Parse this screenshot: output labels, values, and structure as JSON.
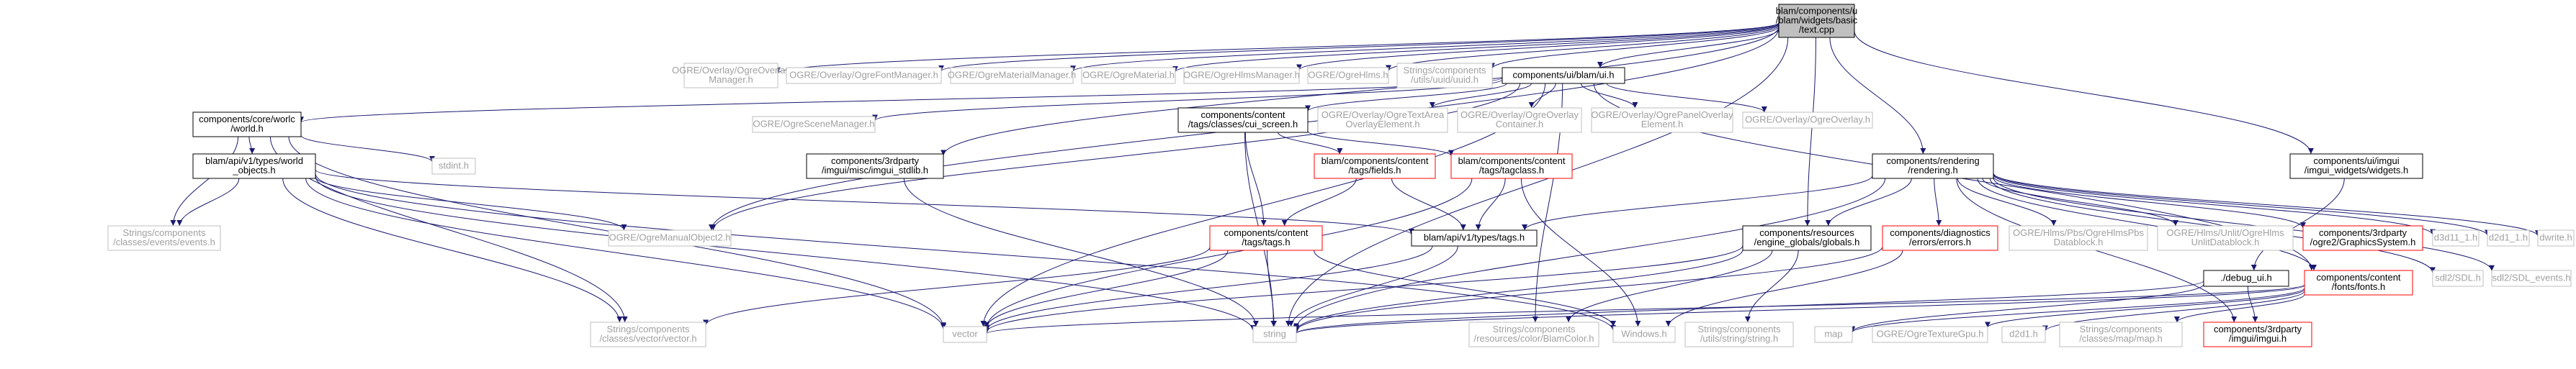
{
  "title": "blam/components/ui/blam/widgets/basic/text.cpp",
  "colors": {
    "edge": "#191970",
    "focus_fill": "#bfbfbf",
    "box_black": "#000000",
    "box_gray": "#bfbfbf",
    "box_red": "#ff0000",
    "text_gray": "#a0a0a0"
  },
  "nodes": [
    {
      "id": "root",
      "lines": [
        "blam/components/u",
        "/blam/widgets/basic",
        "/text.cpp"
      ],
      "style": "focus"
    },
    {
      "id": "ogre_overlay_mgr",
      "lines": [
        "OGRE/Overlay/OgreOverlay",
        "Manager.h"
      ],
      "style": "gray"
    },
    {
      "id": "ogre_font_mgr",
      "lines": [
        "OGRE/Overlay/OgreFontManager.h"
      ],
      "style": "gray"
    },
    {
      "id": "ogre_material_mgr",
      "lines": [
        "OGRE/OgreMaterialManager.h"
      ],
      "style": "gray"
    },
    {
      "id": "ogre_material",
      "lines": [
        "OGRE/OgreMaterial.h"
      ],
      "style": "gray"
    },
    {
      "id": "ogre_hlms_mgr",
      "lines": [
        "OGRE/OgreHlmsManager.h"
      ],
      "style": "gray"
    },
    {
      "id": "ogre_hlms",
      "lines": [
        "OGRE/OgreHlms.h"
      ],
      "style": "gray"
    },
    {
      "id": "strings_uuid",
      "lines": [
        "Strings/components",
        "/utils/uuid/uuid.h"
      ],
      "style": "gray"
    },
    {
      "id": "ui_h",
      "lines": [
        "components/ui/blam/ui.h"
      ],
      "style": "black"
    },
    {
      "id": "world_h",
      "lines": [
        "components/core/worlc",
        "/world.h"
      ],
      "style": "black"
    },
    {
      "id": "ogre_scene_mgr",
      "lines": [
        "OGRE/OgreSceneManager.h"
      ],
      "style": "gray"
    },
    {
      "id": "cui_screen",
      "lines": [
        "components/content",
        "/tags/classes/cui_screen.h"
      ],
      "style": "black"
    },
    {
      "id": "ogre_text_area",
      "lines": [
        "OGRE/Overlay/OgreTextArea",
        "OverlayElement.h"
      ],
      "style": "gray"
    },
    {
      "id": "ogre_overlay_container",
      "lines": [
        "OGRE/Overlay/OgreOverlay",
        "Container.h"
      ],
      "style": "gray"
    },
    {
      "id": "ogre_panel_overlay",
      "lines": [
        "OGRE/Overlay/OgrePanelOverlay",
        "Element.h"
      ],
      "style": "gray"
    },
    {
      "id": "ogre_overlay",
      "lines": [
        "OGRE/Overlay/OgreOverlay.h"
      ],
      "style": "gray"
    },
    {
      "id": "stdint",
      "lines": [
        "stdint.h"
      ],
      "style": "gray"
    },
    {
      "id": "world_objects",
      "lines": [
        "blam/api/v1/types/world",
        "_objects.h"
      ],
      "style": "black"
    },
    {
      "id": "imgui_stdlib",
      "lines": [
        "components/3rdparty",
        "/imgui/misc/imgui_stdlib.h"
      ],
      "style": "black"
    },
    {
      "id": "fields_h",
      "lines": [
        "blam/components/content",
        "/tags/fields.h"
      ],
      "style": "red"
    },
    {
      "id": "tagclass_h",
      "lines": [
        "blam/components/content",
        "/tags/tagclass.h"
      ],
      "style": "red"
    },
    {
      "id": "rendering_h",
      "lines": [
        "components/rendering",
        "/rendering.h"
      ],
      "style": "black"
    },
    {
      "id": "imgui_widgets",
      "lines": [
        "components/ui/imgui",
        "/imgui_widgets/widgets.h"
      ],
      "style": "black"
    },
    {
      "id": "events_h",
      "lines": [
        "Strings/components",
        "/classes/events/events.h"
      ],
      "style": "gray"
    },
    {
      "id": "ogre_managual",
      "lines": [
        "OGRE/OgreManualObject2.h"
      ],
      "style": "gray"
    },
    {
      "id": "tags_h",
      "lines": [
        "components/content",
        "/tags/tags.h"
      ],
      "style": "red"
    },
    {
      "id": "api_tags_h",
      "lines": [
        "blam/api/v1/types/tags.h"
      ],
      "style": "black"
    },
    {
      "id": "globals_h",
      "lines": [
        "components/resources",
        "/engine_globals/globals.h"
      ],
      "style": "black"
    },
    {
      "id": "errors_h",
      "lines": [
        "components/diagnostics",
        "/errors/errors.h"
      ],
      "style": "red"
    },
    {
      "id": "hlms_pbs_db",
      "lines": [
        "OGRE/Hlms/Pbs/OgreHlmsPbs",
        "Datablock.h"
      ],
      "style": "gray"
    },
    {
      "id": "hlms_unlit_db",
      "lines": [
        "OGRE/Hlms/Unlit/OgreHlms",
        "UnlitDatablock.h"
      ],
      "style": "gray"
    },
    {
      "id": "graphics_system",
      "lines": [
        "components/3rdparty",
        "/ogre2/GraphicsSystem.h"
      ],
      "style": "red"
    },
    {
      "id": "d3d11_1",
      "lines": [
        "d3d11_1.h"
      ],
      "style": "gray"
    },
    {
      "id": "d2d1_1",
      "lines": [
        "d2d1_1.h"
      ],
      "style": "gray"
    },
    {
      "id": "dwrite",
      "lines": [
        "dwrite.h"
      ],
      "style": "gray"
    },
    {
      "id": "sdl",
      "lines": [
        "sdl2/SDL.h"
      ],
      "style": "gray"
    },
    {
      "id": "sdl_events",
      "lines": [
        "sdl2/SDL_events.h"
      ],
      "style": "gray"
    },
    {
      "id": "fonts_h",
      "lines": [
        "components/content",
        "/fonts/fonts.h"
      ],
      "style": "red"
    },
    {
      "id": "debug_ui",
      "lines": [
        "./debug_ui.h"
      ],
      "style": "black"
    },
    {
      "id": "vector_h",
      "lines": [
        "Strings/components",
        "/classes/vector/vector.h"
      ],
      "style": "gray"
    },
    {
      "id": "vector",
      "lines": [
        "vector"
      ],
      "style": "gray"
    },
    {
      "id": "string",
      "lines": [
        "string"
      ],
      "style": "gray"
    },
    {
      "id": "blamcolor",
      "lines": [
        "Strings/components",
        "/resources/color/BlamColor.h"
      ],
      "style": "gray"
    },
    {
      "id": "windows",
      "lines": [
        "Windows.h"
      ],
      "style": "gray"
    },
    {
      "id": "string_h",
      "lines": [
        "Strings/components",
        "/utils/string/string.h"
      ],
      "style": "gray"
    },
    {
      "id": "map",
      "lines": [
        "map"
      ],
      "style": "gray"
    },
    {
      "id": "ogre_texture_gpu",
      "lines": [
        "OGRE/OgreTextureGpu.h"
      ],
      "style": "gray"
    },
    {
      "id": "d2d1",
      "lines": [
        "d2d1.h"
      ],
      "style": "gray"
    },
    {
      "id": "map_h",
      "lines": [
        "Strings/components",
        "/classes/map/map.h"
      ],
      "style": "gray"
    },
    {
      "id": "imgui_h",
      "lines": [
        "components/3rdparty",
        "/imgui/imgui.h"
      ],
      "style": "red"
    }
  ],
  "edges": [
    [
      "root",
      "ogre_overlay_mgr"
    ],
    [
      "root",
      "ogre_font_mgr"
    ],
    [
      "root",
      "ogre_material_mgr"
    ],
    [
      "root",
      "ogre_material"
    ],
    [
      "root",
      "ogre_hlms_mgr"
    ],
    [
      "root",
      "ogre_hlms"
    ],
    [
      "root",
      "strings_uuid"
    ],
    [
      "root",
      "ui_h"
    ],
    [
      "root",
      "ogre_managual"
    ],
    [
      "root",
      "imgui_stdlib"
    ],
    [
      "root",
      "rendering_h"
    ],
    [
      "root",
      "imgui_widgets"
    ],
    [
      "root",
      "globals_h"
    ],
    [
      "root",
      "string"
    ],
    [
      "ui_h",
      "world_h"
    ],
    [
      "ui_h",
      "ogre_scene_mgr"
    ],
    [
      "ui_h",
      "cui_screen"
    ],
    [
      "ui_h",
      "ogre_text_area"
    ],
    [
      "ui_h",
      "ogre_overlay_container"
    ],
    [
      "ui_h",
      "ogre_panel_overlay"
    ],
    [
      "ui_h",
      "ogre_overlay"
    ],
    [
      "ui_h",
      "ogre_managual"
    ],
    [
      "ui_h",
      "vector"
    ],
    [
      "ui_h",
      "fonts_h"
    ],
    [
      "ui_h",
      "blamcolor"
    ],
    [
      "world_h",
      "stdint"
    ],
    [
      "world_h",
      "world_objects"
    ],
    [
      "world_h",
      "events_h"
    ],
    [
      "world_h",
      "vector_h"
    ],
    [
      "world_h",
      "vector"
    ],
    [
      "world_objects",
      "events_h"
    ],
    [
      "world_objects",
      "ogre_managual"
    ],
    [
      "world_objects",
      "api_tags_h"
    ],
    [
      "world_objects",
      "vector_h"
    ],
    [
      "world_objects",
      "vector"
    ],
    [
      "world_objects",
      "string"
    ],
    [
      "world_objects",
      "windows"
    ],
    [
      "cui_screen",
      "fields_h"
    ],
    [
      "cui_screen",
      "tagclass_h"
    ],
    [
      "cui_screen",
      "tags_h"
    ],
    [
      "cui_screen",
      "string"
    ],
    [
      "fields_h",
      "tags_h"
    ],
    [
      "fields_h",
      "api_tags_h"
    ],
    [
      "tagclass_h",
      "api_tags_h"
    ],
    [
      "tagclass_h",
      "vector"
    ],
    [
      "tagclass_h",
      "windows"
    ],
    [
      "tags_h",
      "vector_h"
    ],
    [
      "tags_h",
      "vector"
    ],
    [
      "tags_h",
      "string"
    ],
    [
      "tags_h",
      "windows"
    ],
    [
      "api_tags_h",
      "vector"
    ],
    [
      "api_tags_h",
      "string"
    ],
    [
      "imgui_stdlib",
      "string"
    ],
    [
      "rendering_h",
      "api_tags_h"
    ],
    [
      "rendering_h",
      "globals_h"
    ],
    [
      "rendering_h",
      "errors_h"
    ],
    [
      "rendering_h",
      "hlms_pbs_db"
    ],
    [
      "rendering_h",
      "hlms_unlit_db"
    ],
    [
      "rendering_h",
      "graphics_system"
    ],
    [
      "rendering_h",
      "d3d11_1"
    ],
    [
      "rendering_h",
      "d2d1_1"
    ],
    [
      "rendering_h",
      "dwrite"
    ],
    [
      "rendering_h",
      "sdl"
    ],
    [
      "rendering_h",
      "sdl_events"
    ],
    [
      "rendering_h",
      "fonts_h"
    ],
    [
      "rendering_h",
      "imgui_h"
    ],
    [
      "rendering_h",
      "string"
    ],
    [
      "globals_h",
      "vector"
    ],
    [
      "globals_h",
      "string"
    ],
    [
      "globals_h",
      "blamcolor"
    ],
    [
      "globals_h",
      "string_h"
    ],
    [
      "errors_h",
      "string"
    ],
    [
      "errors_h",
      "windows"
    ],
    [
      "fonts_h",
      "vector"
    ],
    [
      "fonts_h",
      "string"
    ],
    [
      "fonts_h",
      "map"
    ],
    [
      "fonts_h",
      "ogre_texture_gpu"
    ],
    [
      "fonts_h",
      "d2d1"
    ],
    [
      "fonts_h",
      "map_h"
    ],
    [
      "imgui_widgets",
      "debug_ui"
    ],
    [
      "debug_ui",
      "imgui_h"
    ],
    [
      "debug_ui",
      "map"
    ],
    [
      "debug_ui",
      "string"
    ]
  ]
}
